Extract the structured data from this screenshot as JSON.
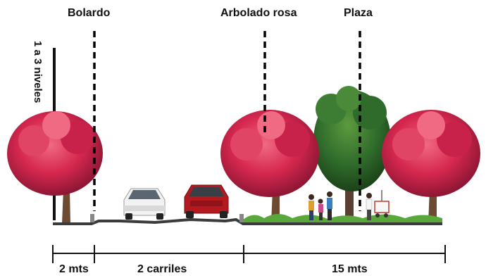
{
  "labels": {
    "bollard": "Bolardo",
    "pink_trees": "Arbolado rosa",
    "plaza": "Plaza",
    "levels": "1 a 3 niveles"
  },
  "dimensions": {
    "left": "2 mts",
    "middle": "2 carriles",
    "right": "15 mts"
  },
  "colors": {
    "blossom": "#d6284f",
    "blossom_light": "#f06a84",
    "foliage": "#2f6b2b",
    "trunk": "#6e4a33",
    "ground": "#3b3b3b",
    "grass": "#5aa83c",
    "car_white": "#f2f2f2",
    "car_red": "#b3191f"
  },
  "icons": [
    "pink-tree-icon",
    "green-tree-icon",
    "white-car-icon",
    "red-car-icon",
    "pedestrians-icon",
    "vendor-cart-icon",
    "bollard-icon"
  ]
}
